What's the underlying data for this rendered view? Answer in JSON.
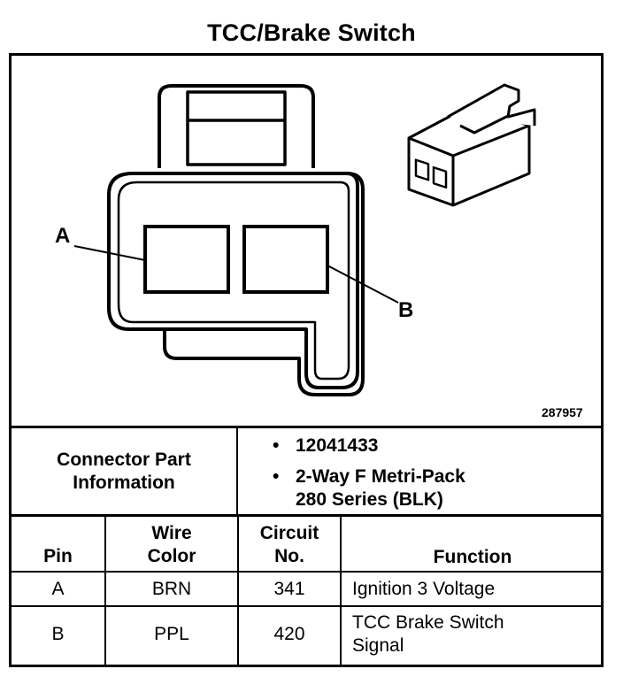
{
  "title": "TCC/Brake Switch",
  "figure_ref": "287957",
  "callouts": {
    "a": "A",
    "b": "B"
  },
  "connector_info": {
    "label_line1": "Connector Part",
    "label_line2": "Information",
    "part_number": "12041433",
    "description_line1": "2-Way F Metri-Pack",
    "description_line2": "280 Series (BLK)"
  },
  "table": {
    "headers": {
      "pin": "Pin",
      "wire_line1": "Wire",
      "wire_line2": "Color",
      "circuit_line1": "Circuit",
      "circuit_line2": "No.",
      "function": "Function"
    },
    "rows": [
      {
        "pin": "A",
        "wire": "BRN",
        "circuit": "341",
        "function_line1": "Ignition 3 Voltage",
        "function_line2": ""
      },
      {
        "pin": "B",
        "wire": "PPL",
        "circuit": "420",
        "function_line1": "TCC Brake Switch",
        "function_line2": "Signal"
      }
    ]
  }
}
